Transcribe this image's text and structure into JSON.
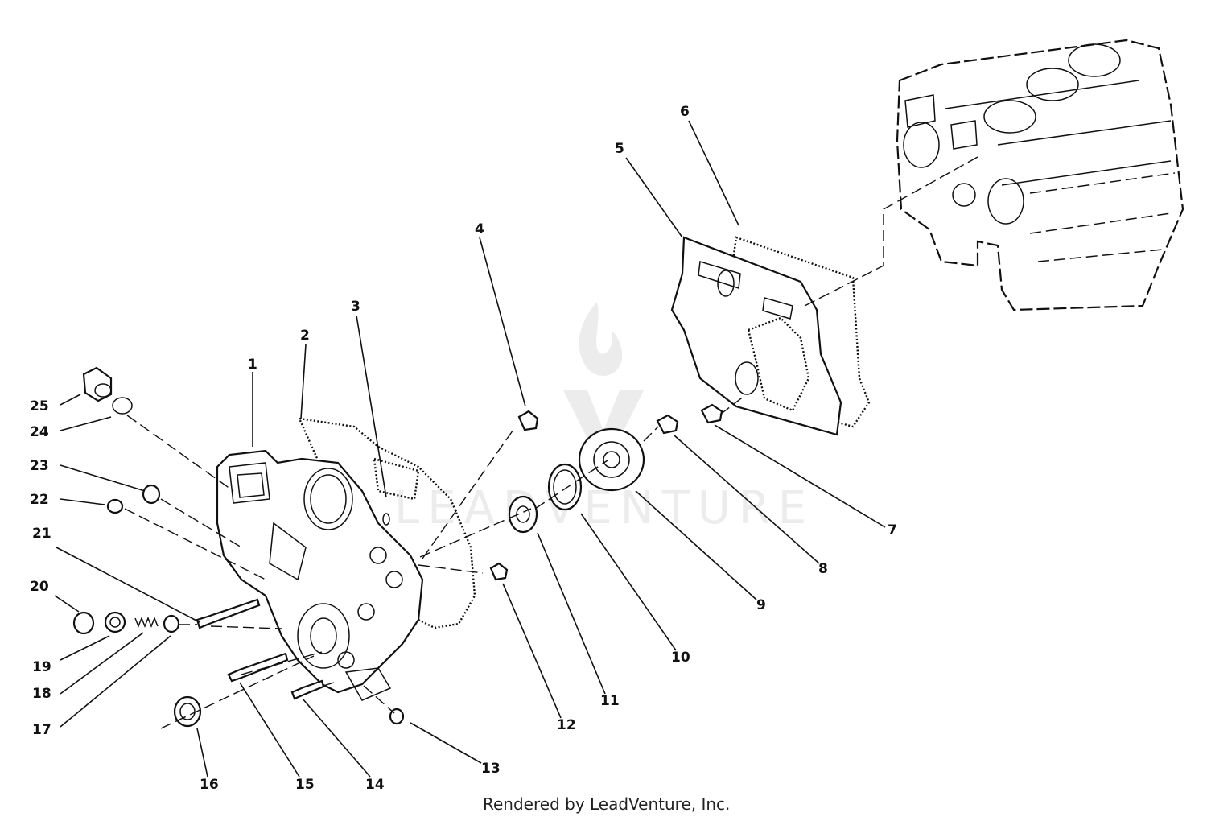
{
  "callouts": [
    {
      "label": "1"
    },
    {
      "label": "2"
    },
    {
      "label": "3"
    },
    {
      "label": "4"
    },
    {
      "label": "5"
    },
    {
      "label": "6"
    },
    {
      "label": "7"
    },
    {
      "label": "8"
    },
    {
      "label": "9"
    },
    {
      "label": "10"
    },
    {
      "label": "11"
    },
    {
      "label": "12"
    },
    {
      "label": "13"
    },
    {
      "label": "14"
    },
    {
      "label": "15"
    },
    {
      "label": "16"
    },
    {
      "label": "17"
    },
    {
      "label": "18"
    },
    {
      "label": "19"
    },
    {
      "label": "20"
    },
    {
      "label": "21"
    },
    {
      "label": "22"
    },
    {
      "label": "23"
    },
    {
      "label": "24"
    },
    {
      "label": "25"
    }
  ],
  "footer": {
    "text": "Rendered by LeadVenture, Inc."
  },
  "watermark": {
    "text": "LEADVENTURE"
  },
  "colors": {
    "ink": "#111111",
    "background": "#ffffff",
    "watermark": "#ececec"
  }
}
